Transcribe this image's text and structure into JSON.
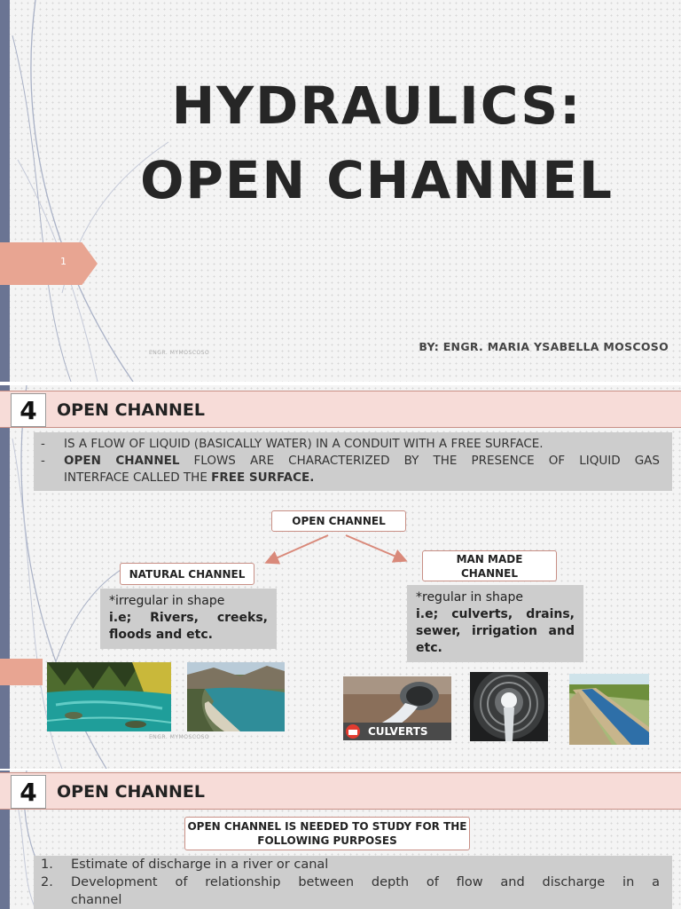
{
  "slide1": {
    "title_line1": "HYDRAULICS:",
    "title_line2": "OPEN CHANNEL",
    "slide_number": "1",
    "author": "BY: ENGR. MARIA YSABELLA MOSCOSO",
    "footer": "ENGR. MYMOSCOSO"
  },
  "slide2": {
    "number": "4",
    "title": "OPEN CHANNEL",
    "def_line1": "IS A FLOW OF LIQUID (BASICALLY WATER) IN A CONDUIT WITH A FREE SURFACE.",
    "def_line2_bold": "OPEN CHANNEL",
    "def_line2_rest": " FLOWS ARE CHARACTERIZED BY THE PRESENCE OF LIQUID GAS",
    "def_line3_pre": "INTERFACE CALLED THE ",
    "def_line3_bold": "FREE SURFACE.",
    "dash": "-",
    "root_label": "OPEN CHANNEL",
    "natural_label": "NATURAL CHANNEL",
    "manmade_label_1": "MAN MADE",
    "manmade_label_2": "CHANNEL",
    "natural_desc_1": "*irregular in shape",
    "natural_desc_2": "i.e;   Rivers,   creeks,",
    "natural_desc_3": "floods and etc.",
    "manmade_desc_1": "*regular in shape",
    "manmade_desc_2": "i.e;  culverts,  drains,",
    "manmade_desc_3": "sewer,  irrigation  and",
    "manmade_desc_4": "etc.",
    "culverts_caption": "CULVERTS",
    "footer": "ENGR. MYMOSCOSO"
  },
  "slide3": {
    "number": "4",
    "title": "OPEN CHANNEL",
    "purpose_line1": "OPEN CHANNEL IS NEEDED TO STUDY FOR THE",
    "purpose_line2": "FOLLOWING PURPOSES",
    "items": [
      {
        "num": "1.",
        "text": "Estimate of discharge in a river or canal"
      },
      {
        "num": "2.",
        "text": "Development  of  relationship  between  depth  of  flow  and  discharge  in  a"
      },
      {
        "num": "",
        "text": "channel"
      }
    ]
  },
  "colors": {
    "accent_pink": "#e8a592",
    "header_band": "#f7dcd8",
    "left_bar": "#6a7493",
    "box_gray": "#cdcdcd",
    "arrow": "#d9897a"
  }
}
